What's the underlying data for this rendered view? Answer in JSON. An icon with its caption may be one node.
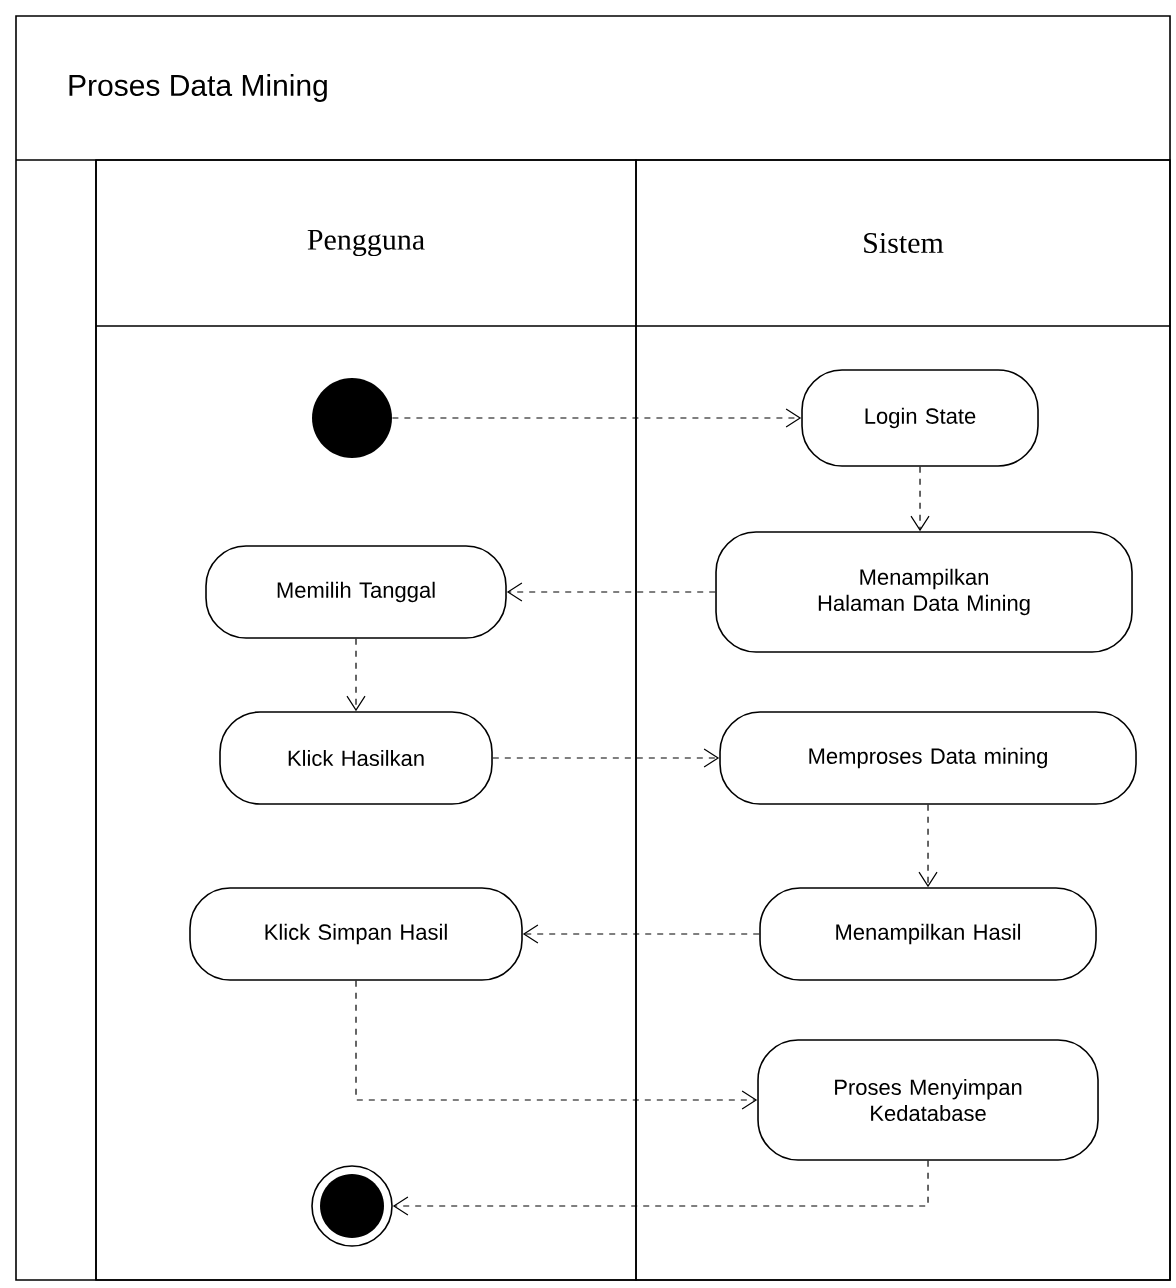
{
  "diagram": {
    "title": "Proses Data Mining",
    "nodes": [
      {
        "text": [
          "Pengguna"
        ]
      },
      {
        "text": [
          "Sistem"
        ]
      },
      {
        "text": [],
        "shape": "circle",
        "in": 0
      },
      {
        "text": [
          "Login State"
        ],
        "in": 1
      },
      {
        "text": [
          "Memilih Tanggal"
        ],
        "in": 0
      },
      {
        "text": [
          "Menampilkan Halaman Data Mining"
        ],
        "in": 1
      },
      {
        "text": [
          "Klick Hasilkan"
        ],
        "in": 0
      },
      {
        "text": [
          "Memproses Data mining"
        ],
        "in": 1
      },
      {
        "text": [
          "Klick Simpan Hasil"
        ],
        "in": 0
      },
      {
        "text": [
          "Menampilkan Hasil"
        ],
        "in": 1
      },
      {
        "text": [
          "Proses Menyimpan Kedatabase"
        ],
        "in": 1
      },
      {
        "text": [],
        "shape": "bullseye",
        "in": 0
      }
    ],
    "edges": [
      {
        "from": 2,
        "to": 3,
        "arrow": "to",
        "style": "dashed"
      },
      {
        "from": 3,
        "to": 5,
        "arrow": "to",
        "style": "dashed"
      },
      {
        "from": 5,
        "to": 4,
        "arrow": "to",
        "style": "dashed"
      },
      {
        "from": 4,
        "to": 6,
        "arrow": "to",
        "style": "dashed"
      },
      {
        "from": 6,
        "to": 7,
        "arrow": "to",
        "style": "dashed"
      },
      {
        "from": 7,
        "to": 9,
        "arrow": "to",
        "style": "dashed"
      },
      {
        "from": 9,
        "to": 8,
        "arrow": "to",
        "style": "dashed"
      },
      {
        "from": 8,
        "to": 10,
        "arrow": "to",
        "style": "dashed"
      },
      {
        "from": 10,
        "to": 11,
        "arrow": "to",
        "style": "dashed"
      }
    ]
  }
}
